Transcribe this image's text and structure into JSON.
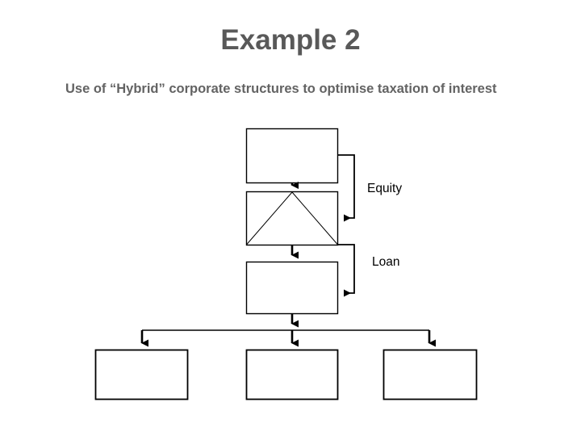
{
  "slide": {
    "title": "Example 2",
    "body_text": "Use of “Hybrid” corporate structures to optimise taxation of interest",
    "background_color": "#ffffff",
    "title_color": "#595959",
    "body_color": "#636363"
  },
  "diagram": {
    "stroke_color": "#000000",
    "box_fill": "#ffffff",
    "labels": {
      "equity": "Equity",
      "loan": "Loan"
    },
    "nodes": [
      {
        "id": "top-box",
        "label": ""
      },
      {
        "id": "middle-box",
        "label": ""
      },
      {
        "id": "third-box",
        "label": ""
      },
      {
        "id": "bottom-left-box",
        "label": ""
      },
      {
        "id": "bottom-center-box",
        "label": ""
      },
      {
        "id": "bottom-right-box",
        "label": ""
      }
    ]
  }
}
